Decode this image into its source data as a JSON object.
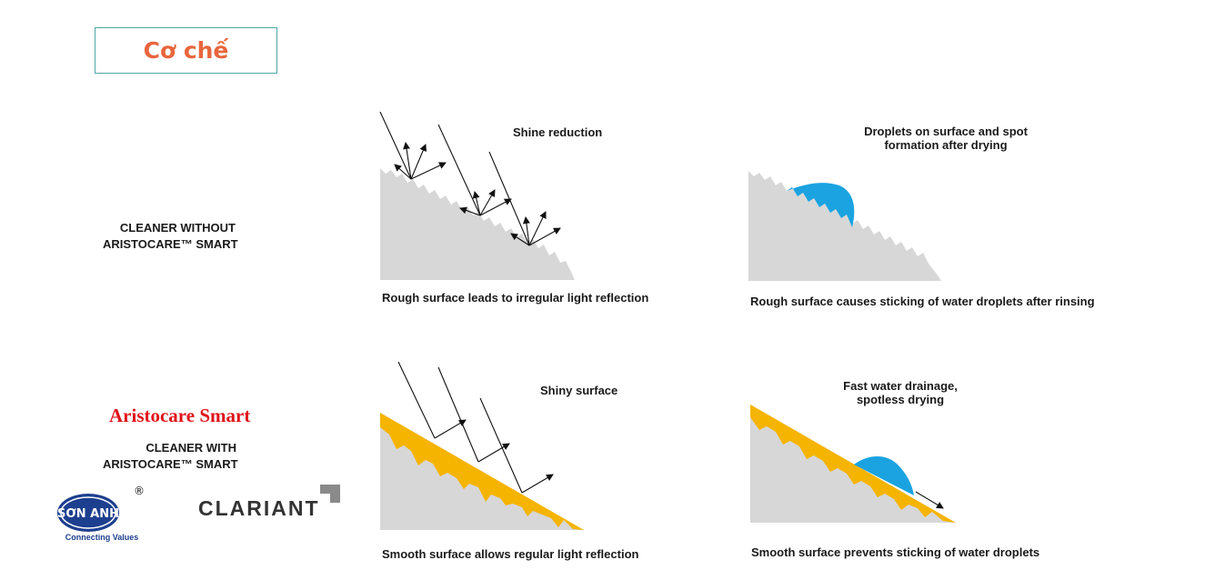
{
  "title": "Cơ chế",
  "rows": {
    "without": {
      "line1": "CLEANER WITHOUT",
      "line2": "ARISTOCARE™ SMART"
    },
    "with": {
      "line1": "CLEANER WITH",
      "line2": "ARISTOCARE™ SMART"
    }
  },
  "brand_name": "Aristocare Smart",
  "panels": {
    "rough_light": {
      "heading": "Shine reduction",
      "caption": "Rough surface leads to irregular light reflection"
    },
    "rough_water": {
      "heading_line1": "Droplets on surface and spot",
      "heading_line2": "formation after drying",
      "caption": "Rough surface causes sticking of water droplets after rinsing"
    },
    "smooth_light": {
      "heading": "Shiny surface",
      "caption": "Smooth surface allows regular light reflection"
    },
    "smooth_water": {
      "heading_line1": "Fast water drainage,",
      "heading_line2": "spotless drying",
      "caption": "Smooth surface prevents sticking of water droplets"
    }
  },
  "logos": {
    "sonanh": {
      "name": "SƠN ANH",
      "tagline": "Connecting Values",
      "registered": "®"
    },
    "clariant": {
      "name": "CLARIANT"
    }
  },
  "colors": {
    "title": "#e8663d",
    "title_border": "#4fa6a6",
    "surface": "#d7d7d7",
    "coating": "#f5b400",
    "droplet": "#1aa3e0",
    "brand_red": "#e0141b",
    "sonanh_blue": "#1d3f8f"
  }
}
